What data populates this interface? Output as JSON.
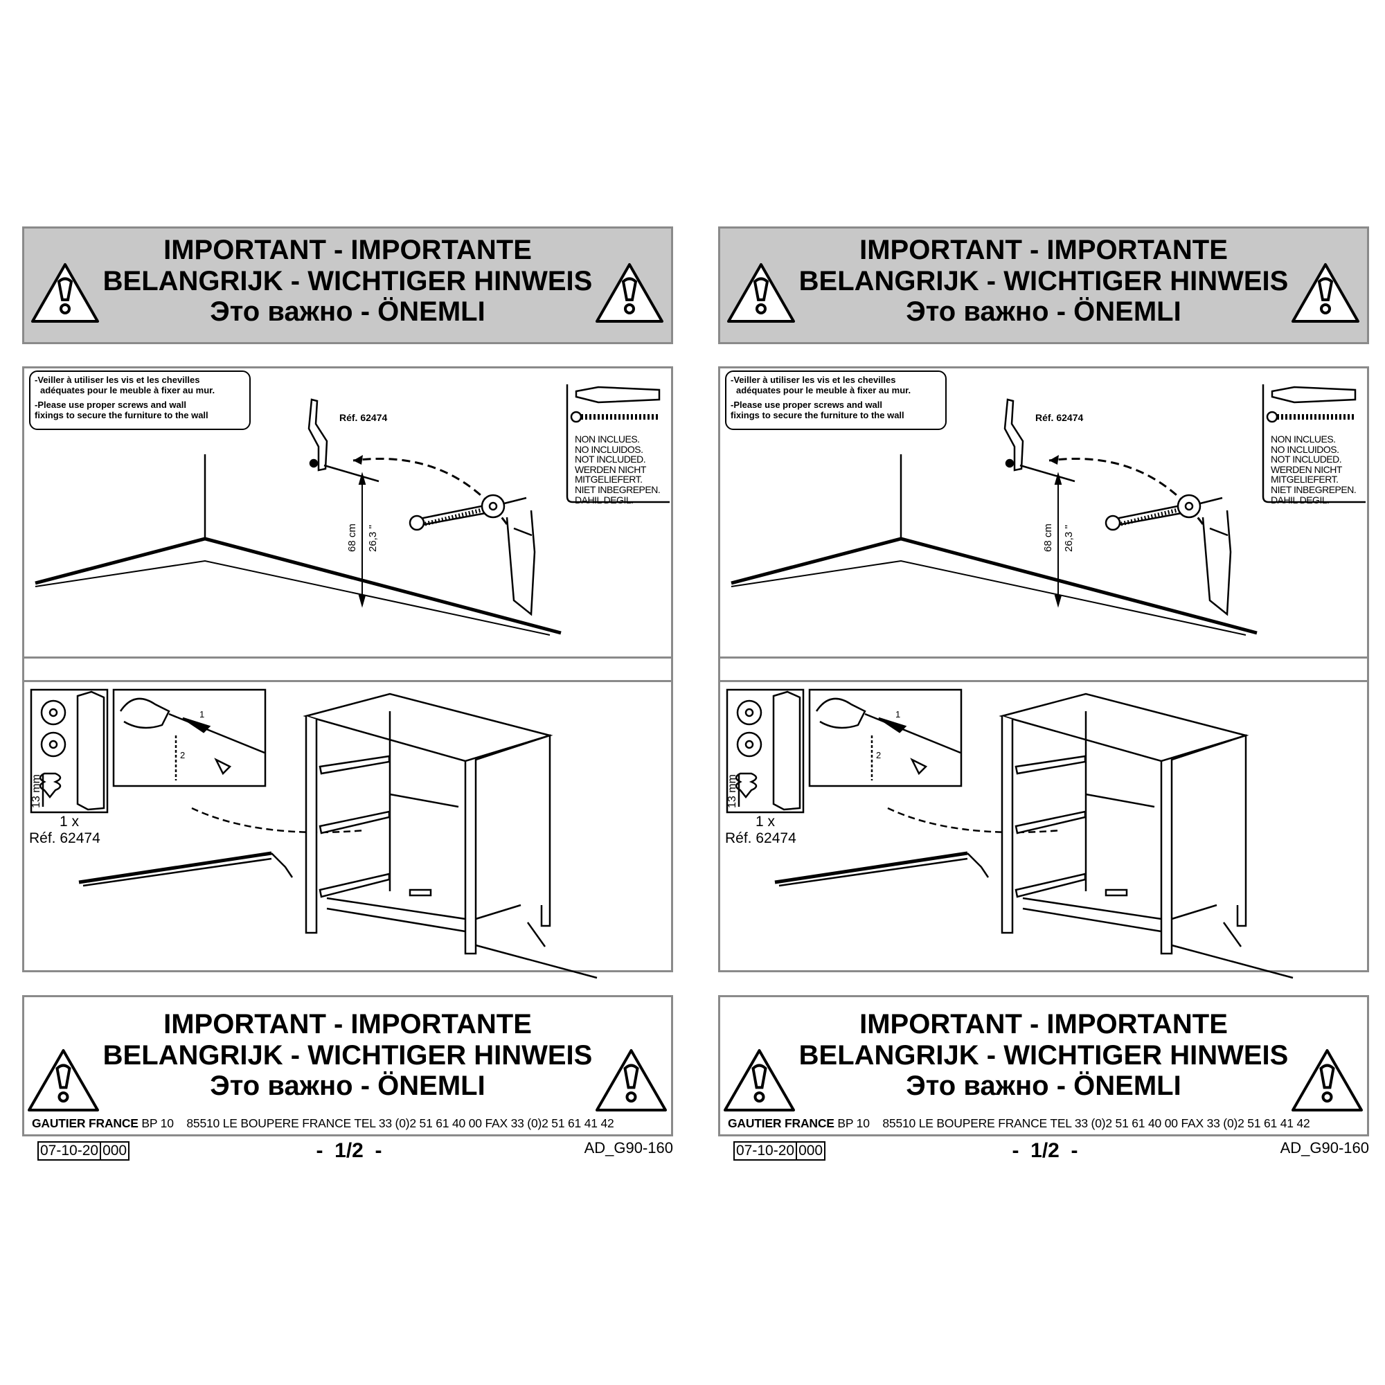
{
  "sheet": {
    "header": {
      "line1": "IMPORTANT - IMPORTANTE",
      "line2": "BELANGRIJK - WICHTIGER HINWEIS",
      "line3": "Это важно - ÖNEMLI"
    },
    "note": {
      "fr_line1": "-Veiller à utiliser les vis et les chevilles",
      "fr_line2": "adéquates pour le meuble à fixer au mur.",
      "en_line1": "-Please use proper screws and wall",
      "en_line2": "fixings to secure the furniture to the wall"
    },
    "ref_label": "Réf. 62474",
    "height_cm": "68 cm",
    "height_in": "26,3 ''",
    "not_included": [
      "NON INCLUES.",
      "NO INCLUIDOS.",
      "NOT INCLUDED.",
      "WERDEN NICHT",
      "MITGELIEFERT.",
      "NIET INBEGREPEN.",
      "DAHIL DEGIL."
    ],
    "screw_length": "13 mm",
    "quantity": "1 x",
    "ref_label_2": "Réf. 62474",
    "step1": "1",
    "step2": "2",
    "address": {
      "company": "GAUTIER FRANCE",
      "rest": " BP 10    85510 LE BOUPERE FRANCE TEL 33 (0)2 51 61 40 00 FAX 33 (0)2 51 61 41 42"
    },
    "date": "07-10-20",
    "date_suffix": "000",
    "page_number": "-  1/2  -",
    "doc_code": "AD_G90-160"
  }
}
